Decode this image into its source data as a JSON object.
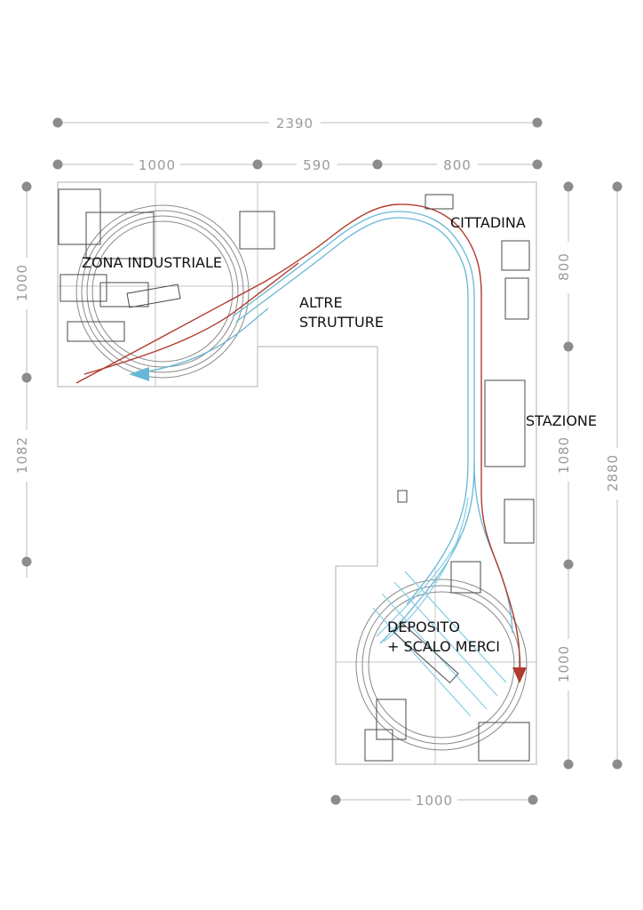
{
  "diagram": {
    "title": "model-railway-track-plan",
    "zones": {
      "cittadina": "CITTADINA",
      "zona_industriale": "ZONA INDUSTRIALE",
      "altre_line1": "ALTRE",
      "altre_line2": "STRUTTURE",
      "stazione": "STAZIONE",
      "deposito_line1": "DEPOSITO",
      "deposito_line2": "+ SCALO MERCI"
    },
    "dimensions": {
      "top": {
        "total": "2390",
        "segments": [
          "1000",
          "590",
          "800"
        ]
      },
      "left": {
        "upper": "1000",
        "lower": "1082"
      },
      "right": {
        "upper": "800",
        "middle": "1080",
        "lower": "1000",
        "total": "2880"
      },
      "bottom": {
        "width": "1000"
      }
    },
    "colors": {
      "main_line_red": "#b03a2e",
      "main_line_blue": "#67b7d6",
      "siding_blue": "#8fd0e6",
      "dimension_gray": "#9a9a9a",
      "board_outline_gray": "#b0b0b0",
      "track_gray": "#8a8a8a",
      "building_stroke": "#4a4a4a"
    }
  }
}
